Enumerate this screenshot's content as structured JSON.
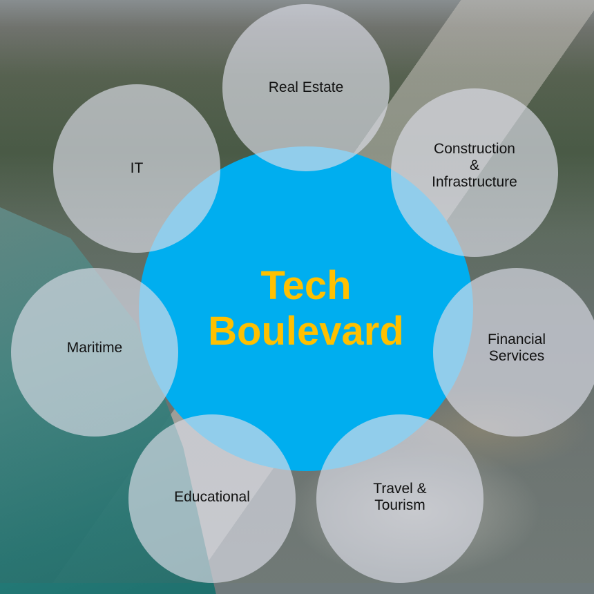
{
  "diagram": {
    "center": {
      "line1": "Tech",
      "line2": "Boulevard"
    },
    "nodes": [
      {
        "id": "real-estate",
        "lines": [
          "Real Estate"
        ]
      },
      {
        "id": "construction",
        "lines": [
          "Construction",
          "&",
          "Infrastructure"
        ]
      },
      {
        "id": "financial",
        "lines": [
          "Financial",
          "Services"
        ]
      },
      {
        "id": "travel",
        "lines": [
          "Travel &",
          "Tourism"
        ]
      },
      {
        "id": "educational",
        "lines": [
          "Educational"
        ]
      },
      {
        "id": "maritime",
        "lines": [
          "Maritime"
        ]
      },
      {
        "id": "it",
        "lines": [
          "IT"
        ]
      }
    ]
  },
  "colors": {
    "center_fill": "#00aeef",
    "center_text": "#ffc000",
    "node_fill": "rgba(220,222,232,0.66)",
    "node_text": "#111111"
  }
}
